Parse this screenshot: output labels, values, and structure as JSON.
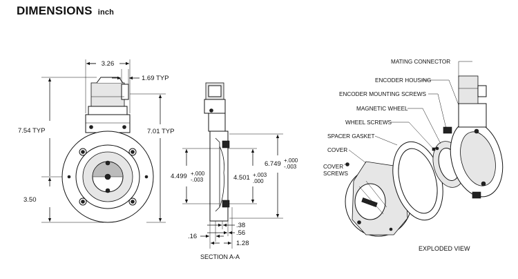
{
  "title": "DIMENSIONS",
  "unit": "inch",
  "front_view": {
    "width": "3.26",
    "connector_offset": "1.69 TYP",
    "height_total": "7.54 TYP",
    "height_connector": "7.01 TYP",
    "height_base": "3.50"
  },
  "section_view": {
    "caption": "SECTION A-A",
    "dia_left": "4.499",
    "dia_left_tol_plus": "+.000",
    "dia_left_tol_minus": "-.003",
    "dia_mid": "4.501",
    "dia_mid_tol_plus": "+.003",
    "dia_mid_tol_minus": ".000",
    "dia_right": "6.749",
    "dia_right_tol_plus": "+.000",
    "dia_right_tol_minus": "-.003",
    "d_038": ".38",
    "d_056": ".56",
    "d_016": ".16",
    "d_128": "1.28"
  },
  "exploded_view": {
    "caption": "EXPLODED VIEW",
    "labels": [
      "MATING CONNECTOR",
      "ENCODER HOUSING",
      "ENCODER MOUNTING SCREWS",
      "MAGNETIC WHEEL",
      "WHEEL SCREWS",
      "SPACER GASKET",
      "COVER",
      "COVER",
      "SCREWS"
    ]
  }
}
